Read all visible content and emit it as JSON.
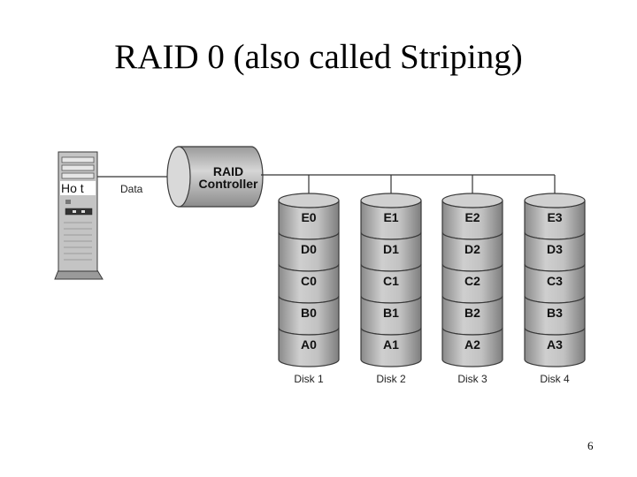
{
  "title": "RAID 0 (also called Striping)",
  "host": {
    "label": "Ho t"
  },
  "link": {
    "label": "Data"
  },
  "controller": {
    "line1": "RAID",
    "line2": "Controller"
  },
  "disks": [
    {
      "name": "Disk 1",
      "blocks": [
        "E0",
        "D0",
        "C0",
        "B0",
        "A0"
      ]
    },
    {
      "name": "Disk 2",
      "blocks": [
        "E1",
        "D1",
        "C1",
        "B1",
        "A1"
      ]
    },
    {
      "name": "Disk 3",
      "blocks": [
        "E2",
        "D2",
        "C2",
        "B2",
        "A2"
      ]
    },
    {
      "name": "Disk 4",
      "blocks": [
        "E3",
        "D3",
        "C3",
        "B3",
        "A3"
      ]
    }
  ],
  "page_number": "6",
  "colors": {
    "disk_body": "#b3b3b3",
    "disk_top": "#d0d0d0",
    "outline": "#3a3a3a",
    "tower_body": "#c4c4c4"
  }
}
